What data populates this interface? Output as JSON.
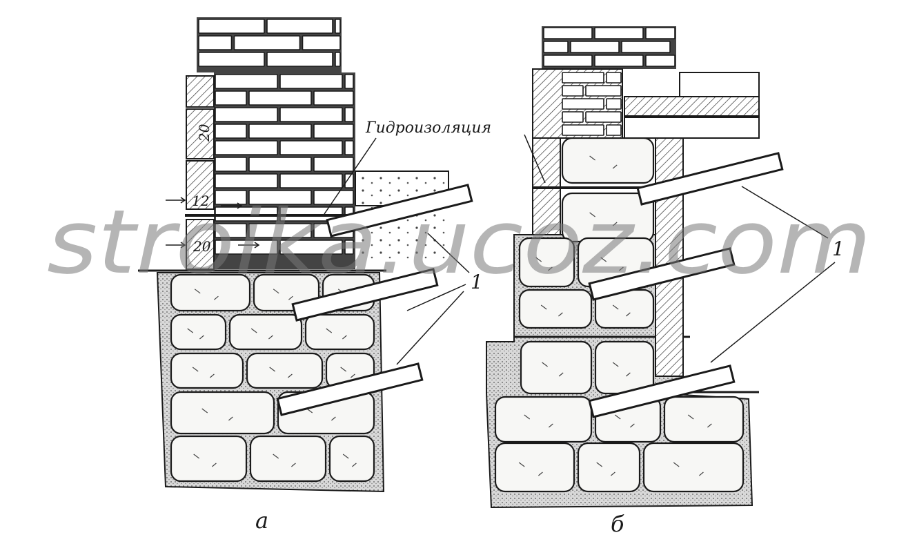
{
  "labels": {
    "waterproofing": "Гидроизоляция",
    "callout_a": "1",
    "callout_b": "1",
    "dim_20_top": "20",
    "dim_12": "12",
    "dim_20_bottom": "20",
    "caption_a": "а",
    "caption_b": "б"
  },
  "watermark": "stroika.ucoz.com",
  "colors": {
    "ink": "#1a1a1a",
    "stone": "#f4f4f2",
    "mortar": "#cfcfcf",
    "hatch": "#333333",
    "watermark": "#787878"
  }
}
